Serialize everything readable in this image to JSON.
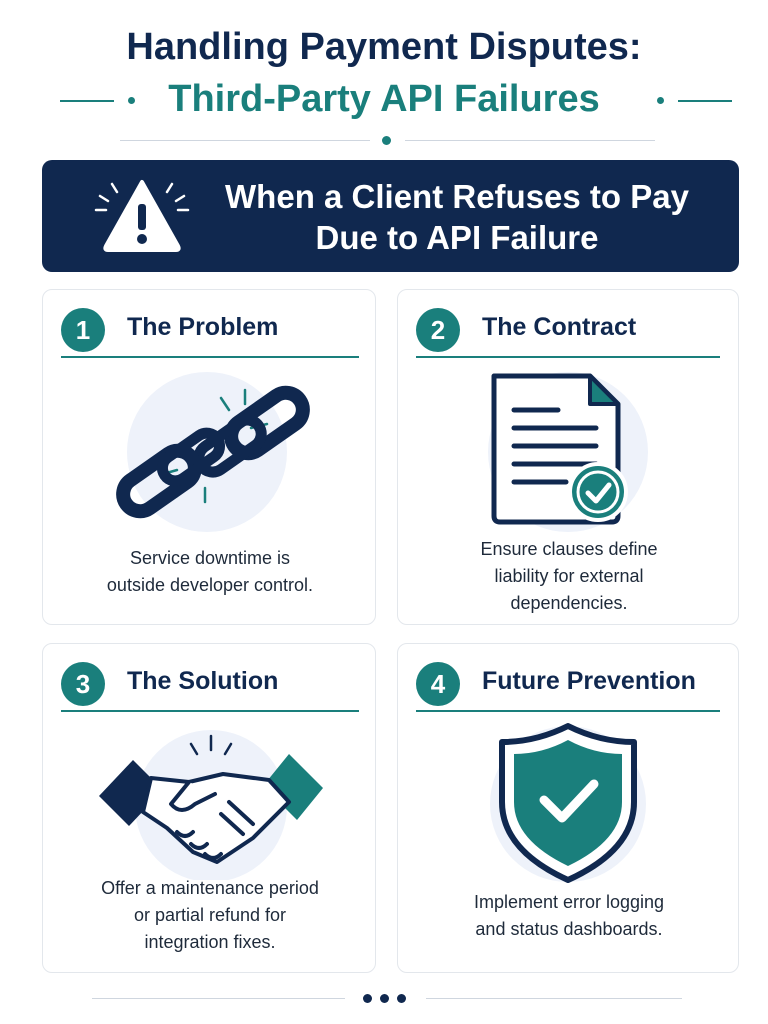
{
  "header": {
    "title_line1": "Handling Payment Disputes:",
    "title_line2": "Third-Party API Failures"
  },
  "banner": {
    "text": "When a Client Refuses to Pay\nDue to API Failure",
    "icon": "warning-icon"
  },
  "cards": [
    {
      "number": "1",
      "title": "The Problem",
      "description": "Service downtime is\noutside developer control.",
      "icon": "broken-chain-icon"
    },
    {
      "number": "2",
      "title": "The Contract",
      "description": "Ensure clauses define\nliability for external\ndependencies.",
      "icon": "contract-document-icon"
    },
    {
      "number": "3",
      "title": "The Solution",
      "description": "Offer a maintenance period\nor partial refund for\nintegration fixes.",
      "icon": "handshake-icon"
    },
    {
      "number": "4",
      "title": "Future Prevention",
      "description": "Implement error logging\nand status dashboards.",
      "icon": "shield-check-icon"
    }
  ],
  "colors": {
    "navy": "#10284f",
    "teal": "#1a7f7c",
    "circle_bg": "#eef2fa"
  }
}
